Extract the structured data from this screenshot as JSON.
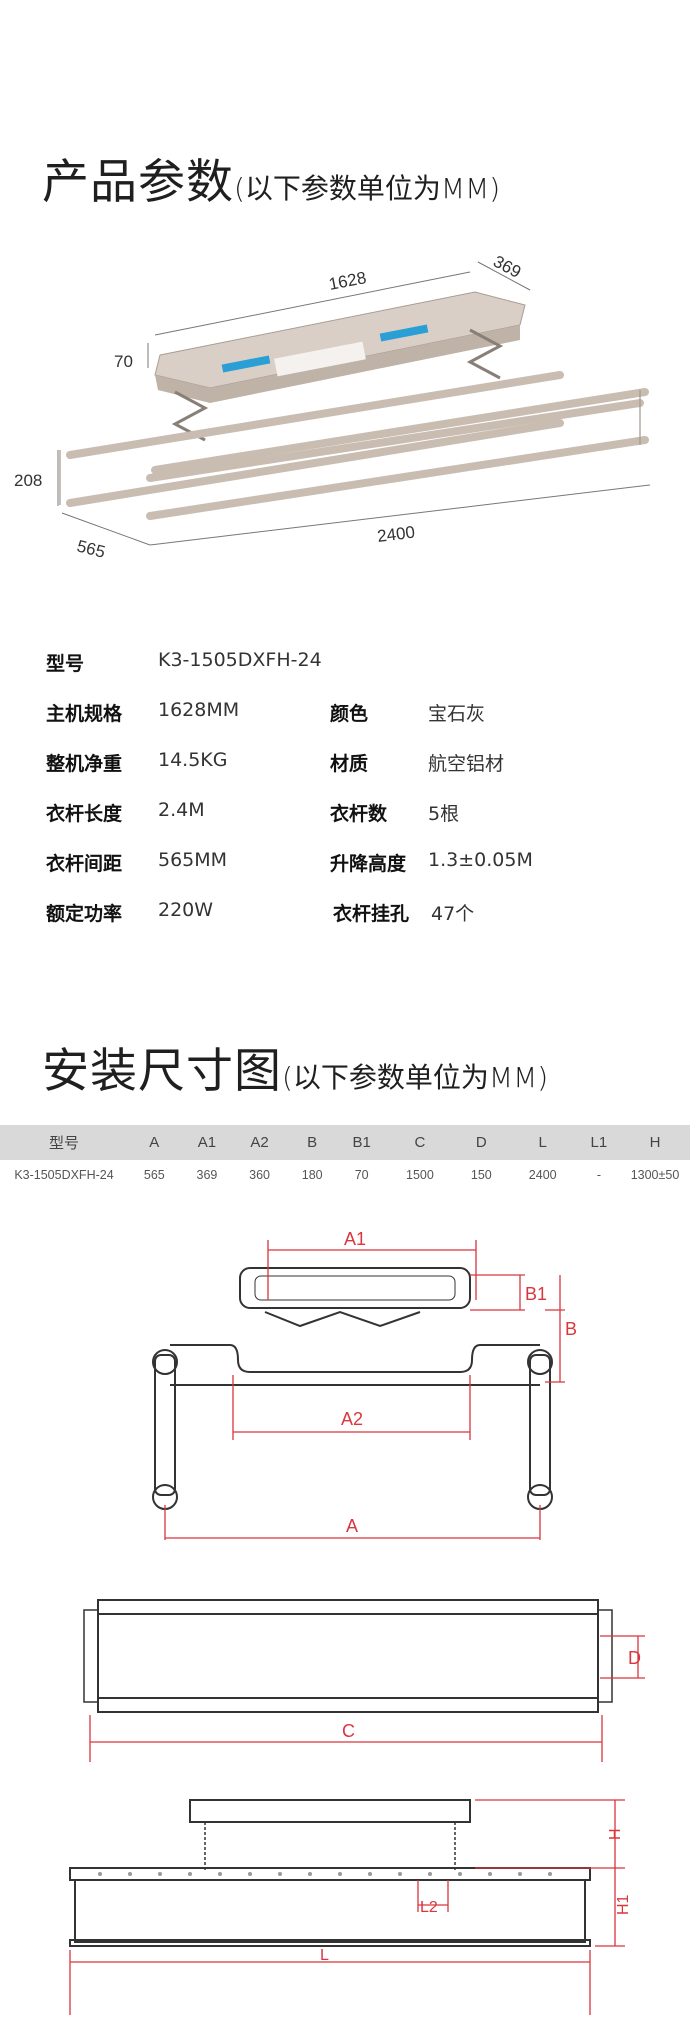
{
  "section1": {
    "title": "产品参数",
    "subtitle": "(以下参数单位为MM)"
  },
  "product_dims": {
    "length": "1628",
    "width": "369",
    "thickness": "70",
    "height": "208",
    "rod_spacing": "565",
    "rod_length": "2400"
  },
  "specs": [
    {
      "label": "型号",
      "value": "K3-1505DXFH-24"
    },
    {
      "label": "主机规格",
      "value": "1628MM"
    },
    {
      "label": "颜色",
      "value": "宝石灰"
    },
    {
      "label": "整机净重",
      "value": "14.5KG"
    },
    {
      "label": "材质",
      "value": "航空铝材"
    },
    {
      "label": "衣杆长度",
      "value": "2.4M"
    },
    {
      "label": "衣杆数",
      "value": "5根"
    },
    {
      "label": "衣杆间距",
      "value": "565MM"
    },
    {
      "label": "升降高度",
      "value": "1.3±0.05M"
    },
    {
      "label": "额定功率",
      "value": "220W"
    },
    {
      "label": "衣杆挂孔",
      "value": "47个"
    }
  ],
  "section2": {
    "title": "安装尺寸图",
    "subtitle": "(以下参数单位为MM)"
  },
  "size_table": {
    "headers": [
      "型号",
      "A",
      "A1",
      "A2",
      "B",
      "B1",
      "C",
      "D",
      "L",
      "L1",
      "H"
    ],
    "row": [
      "K3-1505DXFH-24",
      "565",
      "369",
      "360",
      "180",
      "70",
      "1500",
      "150",
      "2400",
      "-",
      "1300±50"
    ]
  },
  "drawing_labels": {
    "a1": "A1",
    "b1": "B1",
    "b": "B",
    "a2": "A2",
    "a": "A",
    "d": "D",
    "c": "C",
    "h": "H",
    "h1": "H1",
    "l2": "L2",
    "l": "L"
  },
  "colors": {
    "dim_red": "#d9363e",
    "table_header_bg": "#d9d9d9"
  }
}
